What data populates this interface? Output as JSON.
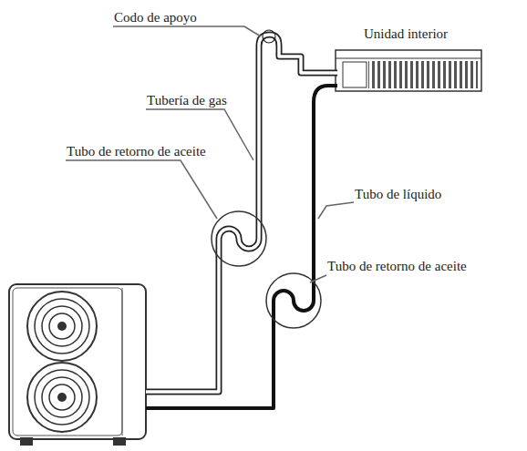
{
  "diagram": {
    "labels": [
      "Codo de apoyo",
      "Unidad interior",
      "Tubería de gas",
      "Tubo de retorno de aceite",
      "Tubo de líquido",
      "Tubo de retorno de aceite"
    ]
  }
}
